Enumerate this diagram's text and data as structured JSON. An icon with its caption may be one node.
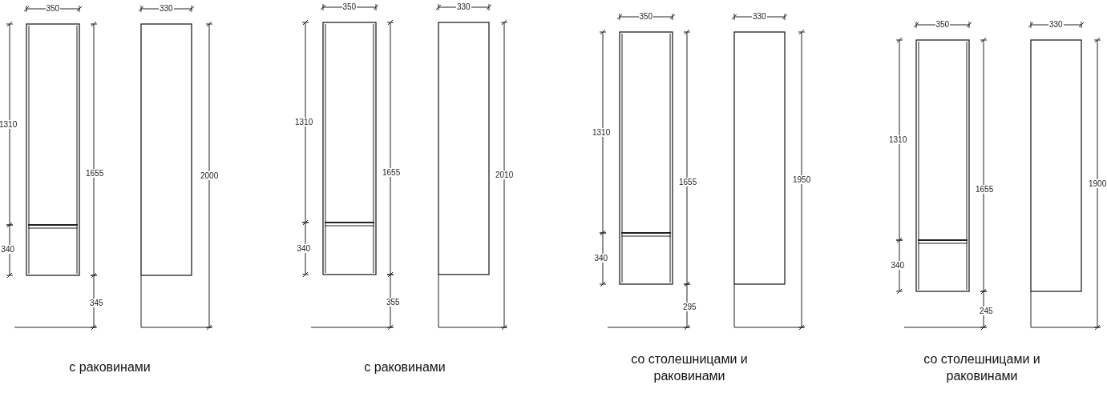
{
  "diagram": {
    "labels": [
      "350",
      "330",
      "1310",
      "1655",
      "2000",
      "340",
      "345",
      "с раковинами",
      "350",
      "330",
      "1310",
      "1655",
      "2010",
      "340",
      "355",
      "с раковинами",
      "350",
      "330",
      "1310",
      "1655",
      "1950",
      "340",
      "295",
      "со столешницами и раковинами",
      "350",
      "330",
      "1310",
      "1655",
      "1900",
      "340",
      "245",
      "со столешницами и раковинами"
    ]
  }
}
